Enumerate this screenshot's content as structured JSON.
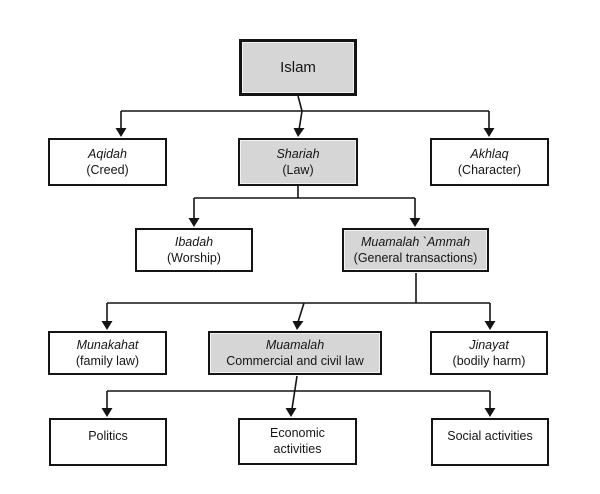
{
  "diagram": {
    "description": "Hierarchy diagram of Islam: branches of creed, law and character, down to social applications",
    "colors": {
      "box_fill_shaded": "#d6d6d6",
      "box_fill_plain": "#ffffff",
      "line_and_border": "#141414",
      "background": "#ffffff"
    },
    "nodes": [
      {
        "id": "islam",
        "line1": "Islam",
        "line2": "",
        "shaded": true
      },
      {
        "id": "aqidah",
        "line1": "Aqidah",
        "line2": "(Creed)",
        "shaded": false
      },
      {
        "id": "shariah",
        "line1": "Shariah",
        "line2": "(Law)",
        "shaded": true
      },
      {
        "id": "akhlaq",
        "line1": "Akhlaq",
        "line2": "(Character)",
        "shaded": false
      },
      {
        "id": "ibadah",
        "line1": "Ibadah",
        "line2": "(Worship)",
        "shaded": false
      },
      {
        "id": "muamalah-ammah",
        "line1": "Muamalah `Ammah",
        "line2": "(General transactions)",
        "shaded": true
      },
      {
        "id": "munakahat",
        "line1": "Munakahat",
        "line2": "(family law)",
        "shaded": false
      },
      {
        "id": "muamalah",
        "line1": "Muamalah",
        "line2": "Commercial and civil law",
        "shaded": true
      },
      {
        "id": "jinayat",
        "line1": "Jinayat",
        "line2": "(bodily harm)",
        "shaded": false
      },
      {
        "id": "politics",
        "line1": "Politics",
        "line2": "",
        "shaded": false
      },
      {
        "id": "economic",
        "line1": "Economic",
        "line2": "activities",
        "shaded": false
      },
      {
        "id": "social",
        "line1": "Social activities",
        "line2": "",
        "shaded": false
      }
    ],
    "edges": [
      "Islam -> Aqidah",
      "Islam -> Shariah",
      "Islam -> Akhlaq",
      "Shariah -> Ibadah",
      "Shariah -> Muamalah `Ammah",
      "Muamalah `Ammah -> Munakahat",
      "Muamalah `Ammah -> Muamalah",
      "Muamalah `Ammah -> Jinayat",
      "Muamalah -> Politics",
      "Muamalah -> Economic activities",
      "Muamalah -> Social activities"
    ]
  }
}
